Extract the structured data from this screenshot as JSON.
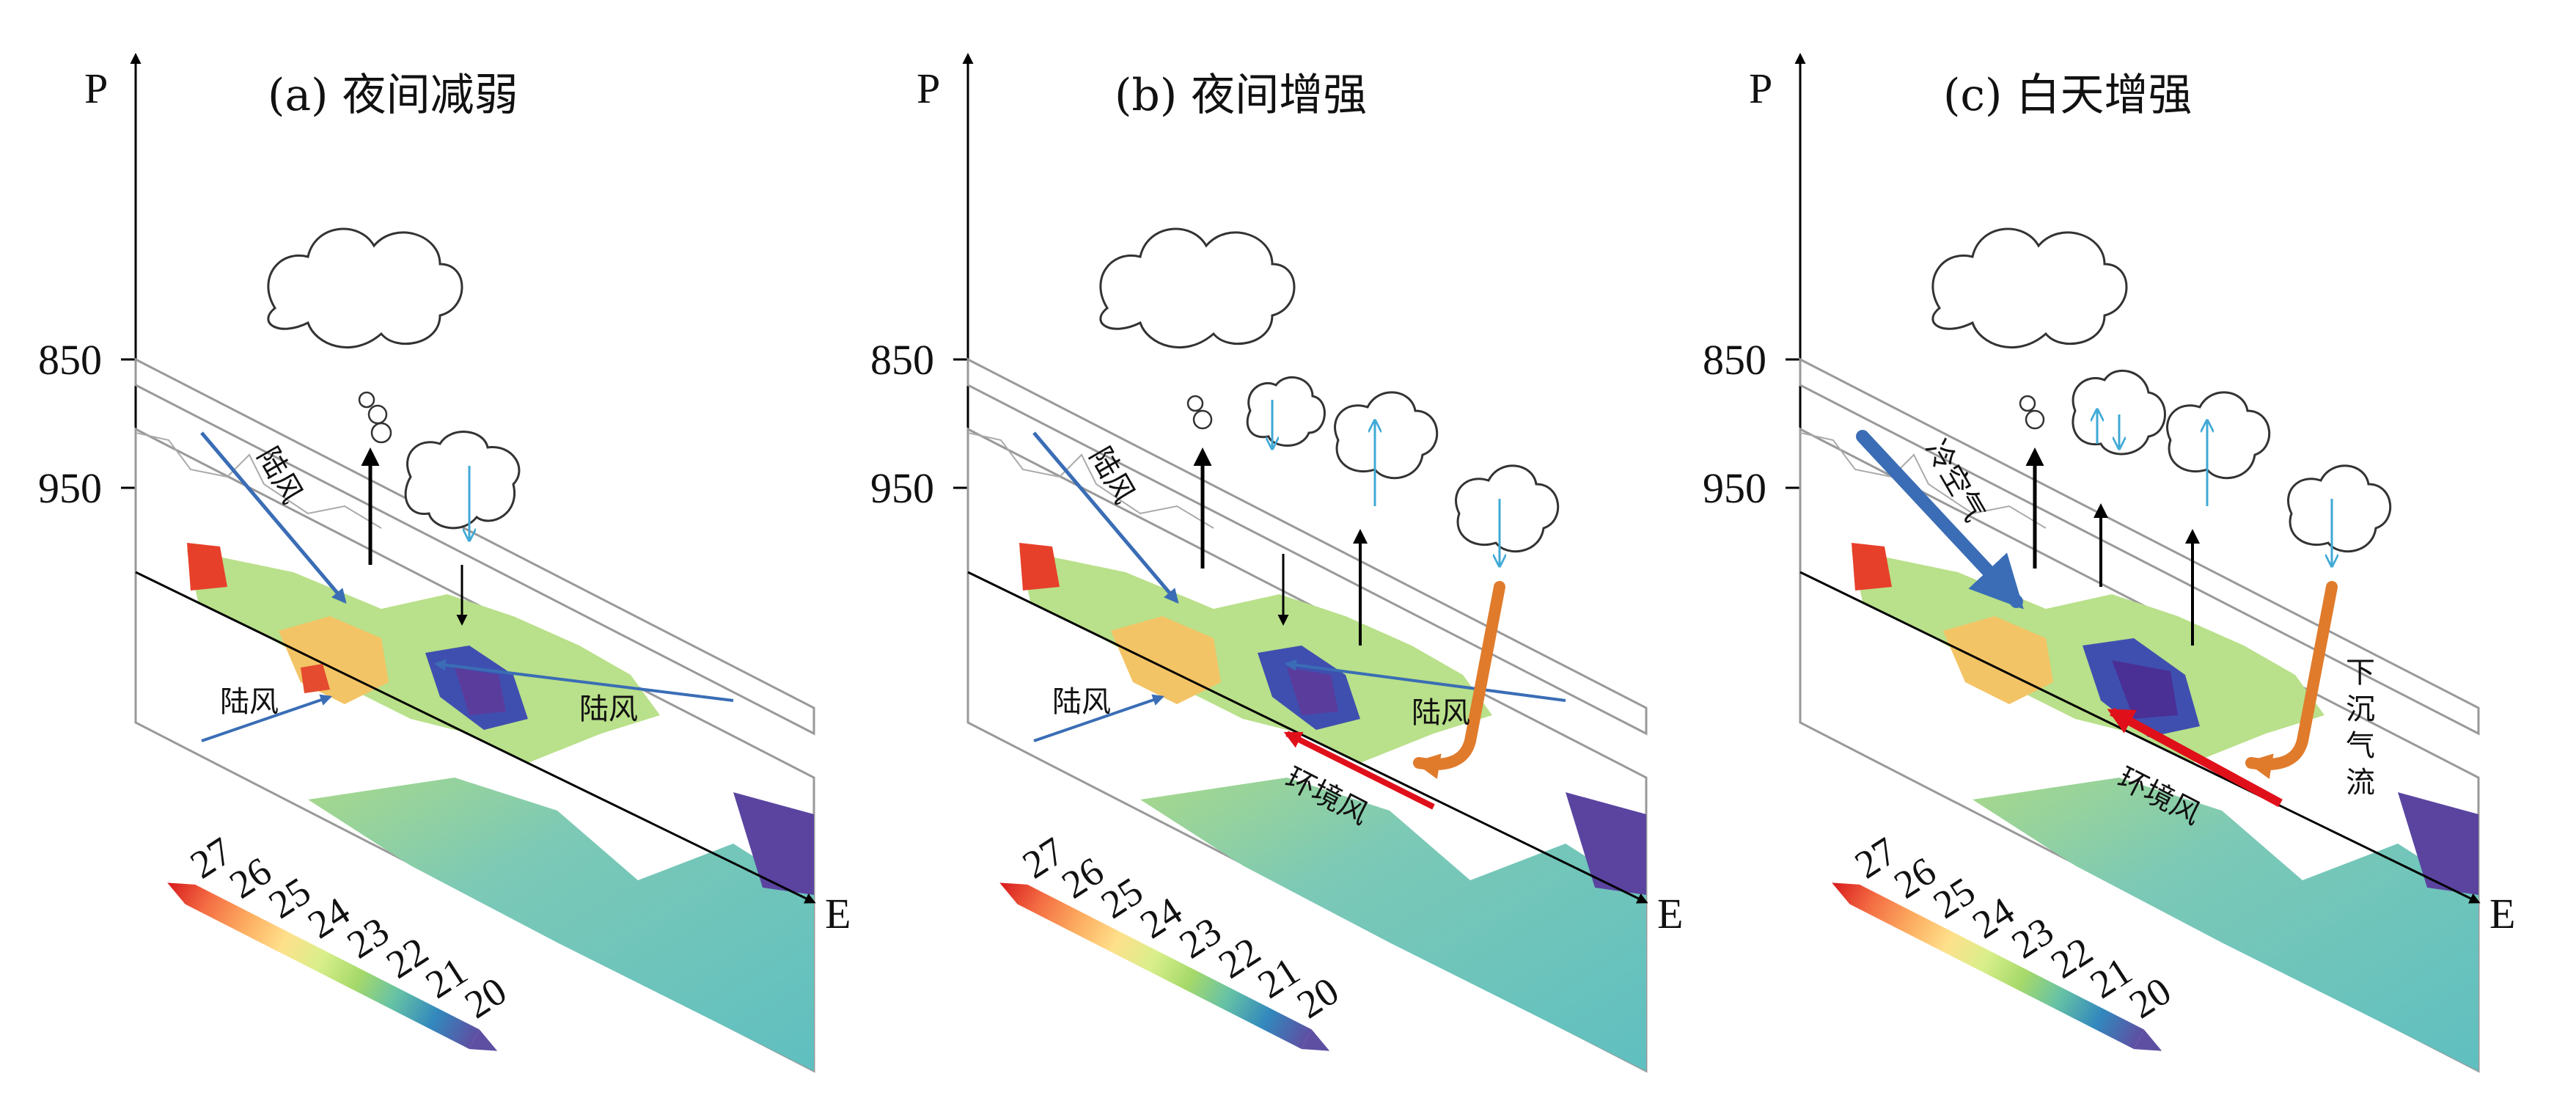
{
  "axis": {
    "p_label": "P",
    "e_label": "E",
    "ticks": [
      "850",
      "950"
    ]
  },
  "colorbar": {
    "ticks": [
      "27",
      "26",
      "25",
      "24",
      "23",
      "22",
      "21",
      "20"
    ],
    "colors": [
      "#d7191c",
      "#f46d43",
      "#fdae61",
      "#fee08b",
      "#d9ef8b",
      "#a6d96a",
      "#66c2a5",
      "#3288bd",
      "#5e4fa2"
    ]
  },
  "panels": [
    {
      "title": "(a) 夜间减弱",
      "labels": {
        "land_wind_1": "陆风",
        "land_wind_2": "陆风",
        "land_wind_3": "陆风"
      }
    },
    {
      "title": "(b) 夜间增强",
      "labels": {
        "land_wind_1": "陆风",
        "land_wind_2": "陆风",
        "land_wind_3": "陆风",
        "env_wind": "环境风"
      }
    },
    {
      "title": "(c) 白天增强",
      "labels": {
        "cold_pool": "冷空气",
        "subsidence": "下沉气流",
        "env_wind": "环境风"
      }
    }
  ]
}
